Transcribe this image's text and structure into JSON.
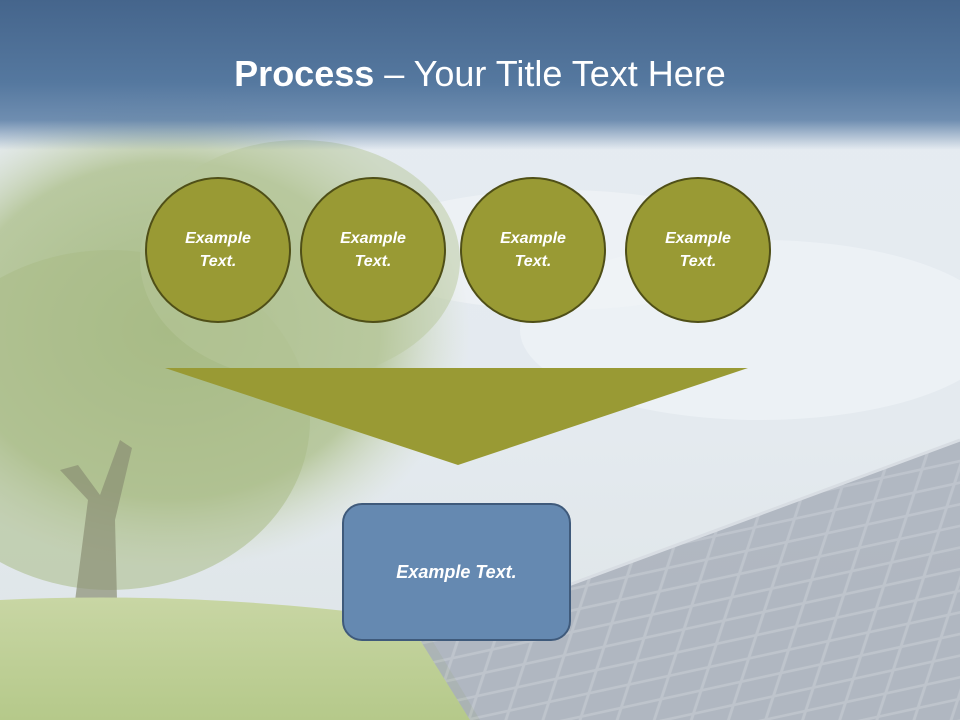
{
  "title": {
    "bold": "Process",
    "rest": " – Your Title Text Here"
  },
  "circles": [
    {
      "line1": "Example",
      "line2": "Text."
    },
    {
      "line1": "Example",
      "line2": "Text."
    },
    {
      "line1": "Example",
      "line2": "Text."
    },
    {
      "line1": "Example",
      "line2": "Text."
    }
  ],
  "result": {
    "label": "Example Text."
  },
  "colors": {
    "header": "#4d6f96",
    "circle": "#999a34",
    "funnel": "#999a34",
    "result": "#6589b1"
  }
}
